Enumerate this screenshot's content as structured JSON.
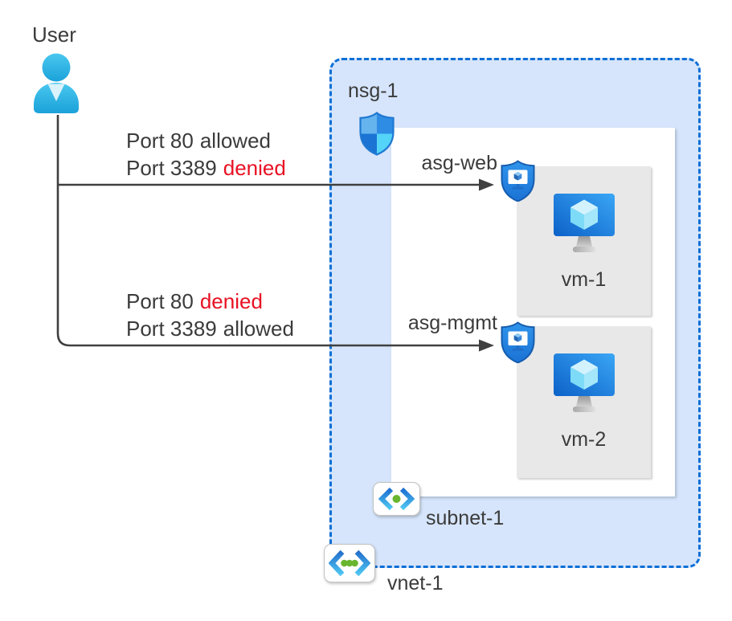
{
  "colors": {
    "text": "#3b3b3b",
    "denied": "#e81123",
    "line": "#404040",
    "vnet_fill": "#d6e5fb",
    "vnet_border": "#0d6fd6",
    "subnet_fill": "#ffffff",
    "vm_tile_fill": "#e8e8e8",
    "user_cyan": "#29b6e4"
  },
  "user": {
    "label": "User"
  },
  "flows": [
    {
      "name": "to-asg-web",
      "rule1": {
        "text": "Port 80",
        "verdict": "allowed",
        "verdict_class": "verdict"
      },
      "rule2": {
        "text": "Port 3389",
        "verdict": "denied",
        "verdict_class": "verdict denied"
      }
    },
    {
      "name": "to-asg-mgmt",
      "rule1": {
        "text": "Port 80",
        "verdict": "denied",
        "verdict_class": "verdict denied"
      },
      "rule2": {
        "text": "Port 3389",
        "verdict": "allowed",
        "verdict_class": "verdict"
      }
    }
  ],
  "network": {
    "vnet_label": "vnet-1",
    "subnet_label": "subnet-1",
    "nsg_label": "nsg-1",
    "asg_web_label": "asg-web",
    "asg_mgmt_label": "asg-mgmt",
    "vm1_label": "vm-1",
    "vm2_label": "vm-2"
  },
  "icons": {
    "user": "person-icon",
    "nsg": "nsg-quadrant-shield-icon",
    "asg": "asg-shield-monitor-icon",
    "vm": "vm-monitor-cube-icon",
    "subnet": "subnet-brackets-dot-icon",
    "vnet": "vnet-brackets-dots-icon"
  }
}
